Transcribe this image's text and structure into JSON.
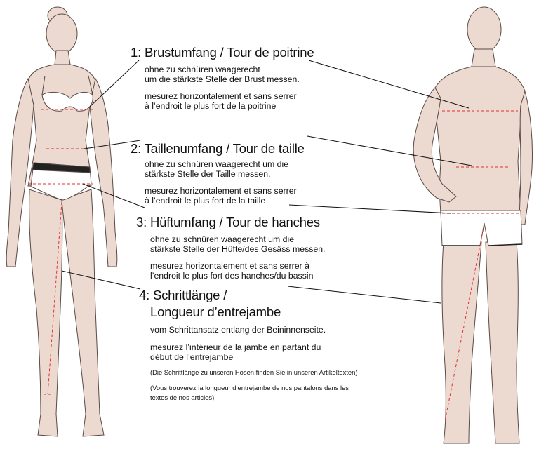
{
  "sections": [
    {
      "heading": "1: Brustumfang / Tour de poitrine",
      "de": [
        "ohne zu schnüren waagerecht",
        "um die stärkste Stelle der Brust messen."
      ],
      "fr": [
        "mesurez horizontalement et sans serrer",
        "à l’endroit le plus fort de la poitrine"
      ]
    },
    {
      "heading": "2: Taillenumfang / Tour de taille",
      "de": [
        "ohne zu schnüren waagerecht um die",
        "stärkste Stelle der Taille messen."
      ],
      "fr": [
        "mesurez horizontalement et sans serrer",
        "à l’endroit le plus fort de la taille"
      ]
    },
    {
      "heading": "3: Hüftumfang / Tour de hanches",
      "de": [
        "ohne zu schnüren waagerecht um die",
        "stärkste Stelle der Hüfte/des Gesäss messen."
      ],
      "fr": [
        "mesurez horizontalement et sans serrer à",
        "l’endroit le plus fort des hanches/du bassin"
      ]
    },
    {
      "heading": [
        "4: Schrittlänge /",
        "Longueur d’entrejambe"
      ],
      "de": [
        "vom Schrittansatz entlang der Beininnenseite."
      ],
      "fr": [
        "mesurez l’intérieur de la jambe en partant du",
        "début de l’entrejambe"
      ],
      "notes": [
        "(Die Schrittlänge zu unseren Hosen finden Sie in unseren Artikeltexten)",
        "(Vous trouverez la longueur d‘entrejambe de nos pantalons dans les",
        "textes de nos articles)"
      ]
    }
  ],
  "colors": {
    "skin": "#ecd9cf",
    "outline": "#5a4a45",
    "garment": "#ffffff",
    "measure_line": "#e0302f",
    "leader_line": "#111111"
  }
}
